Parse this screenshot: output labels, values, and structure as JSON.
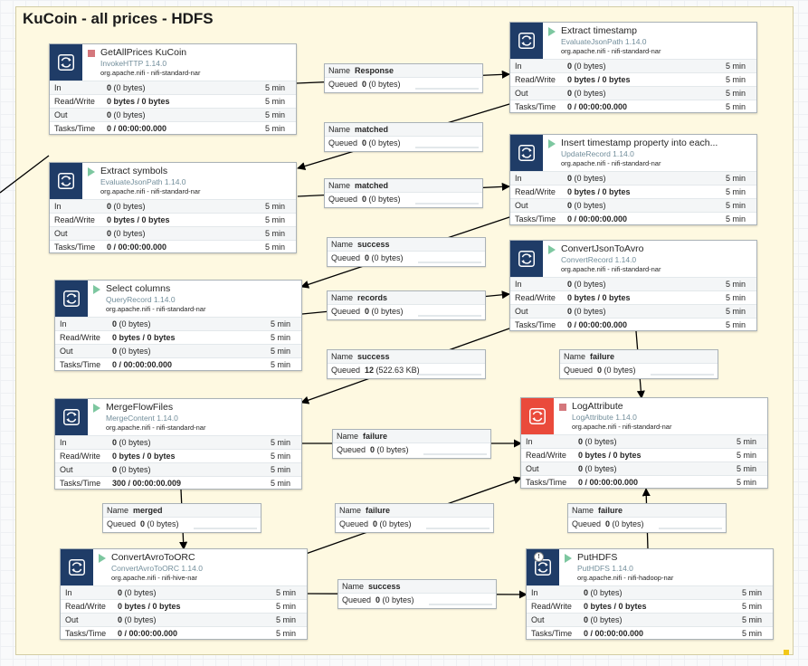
{
  "group": {
    "title": "KuCoin - all prices - HDFS"
  },
  "row_labels": {
    "in": "In",
    "rw": "Read/Write",
    "out": "Out",
    "tasks": "Tasks/Time"
  },
  "conn_labels": {
    "name": "Name",
    "queued": "Queued"
  },
  "processors": [
    {
      "id": "getallprices",
      "name": "GetAllPrices KuCoin",
      "type": "InvokeHTTP 1.14.0",
      "bundle": "org.apache.nifi - nifi-standard-nar",
      "state": "stopped",
      "in": [
        "0",
        " (0 bytes)"
      ],
      "rw": "0 bytes / 0 bytes",
      "out": [
        "0",
        " (0 bytes)"
      ],
      "tasks": "0 / 00:00:00.000",
      "window": "5 min"
    },
    {
      "id": "extract-timestamp",
      "name": "Extract timestamp",
      "type": "EvaluateJsonPath 1.14.0",
      "bundle": "org.apache.nifi - nifi-standard-nar",
      "state": "running",
      "in": [
        "0",
        " (0 bytes)"
      ],
      "rw": "0 bytes / 0 bytes",
      "out": [
        "0",
        " (0 bytes)"
      ],
      "tasks": "0 / 00:00:00.000",
      "window": "5 min"
    },
    {
      "id": "extract-symbols",
      "name": "Extract symbols",
      "type": "EvaluateJsonPath 1.14.0",
      "bundle": "org.apache.nifi - nifi-standard-nar",
      "state": "running",
      "in": [
        "0",
        " (0 bytes)"
      ],
      "rw": "0 bytes / 0 bytes",
      "out": [
        "0",
        " (0 bytes)"
      ],
      "tasks": "0 / 00:00:00.000",
      "window": "5 min"
    },
    {
      "id": "insert-timestamp",
      "name": "Insert timestamp property into each...",
      "type": "UpdateRecord 1.14.0",
      "bundle": "org.apache.nifi - nifi-standard-nar",
      "state": "running",
      "in": [
        "0",
        " (0 bytes)"
      ],
      "rw": "0 bytes / 0 bytes",
      "out": [
        "0",
        " (0 bytes)"
      ],
      "tasks": "0 / 00:00:00.000",
      "window": "5 min"
    },
    {
      "id": "convert-json-avro",
      "name": "ConvertJsonToAvro",
      "type": "ConvertRecord 1.14.0",
      "bundle": "org.apache.nifi - nifi-standard-nar",
      "state": "running",
      "in": [
        "0",
        " (0 bytes)"
      ],
      "rw": "0 bytes / 0 bytes",
      "out": [
        "0",
        " (0 bytes)"
      ],
      "tasks": "0 / 00:00:00.000",
      "window": "5 min"
    },
    {
      "id": "select-columns",
      "name": "Select columns",
      "type": "QueryRecord 1.14.0",
      "bundle": "org.apache.nifi - nifi-standard-nar",
      "state": "running",
      "in": [
        "0",
        " (0 bytes)"
      ],
      "rw": "0 bytes / 0 bytes",
      "out": [
        "0",
        " (0 bytes)"
      ],
      "tasks": "0 / 00:00:00.000",
      "window": "5 min"
    },
    {
      "id": "merge-flowfiles",
      "name": "MergeFlowFiles",
      "type": "MergeContent 1.14.0",
      "bundle": "org.apache.nifi - nifi-standard-nar",
      "state": "running",
      "in": [
        "0",
        " (0 bytes)"
      ],
      "rw": "0 bytes / 0 bytes",
      "out": [
        "0",
        " (0 bytes)"
      ],
      "tasks": "300 / 00:00:00.009",
      "window": "5 min"
    },
    {
      "id": "log-attribute",
      "name": "LogAttribute",
      "type": "LogAttribute 1.14.0",
      "bundle": "org.apache.nifi - nifi-standard-nar",
      "state": "stopped",
      "in": [
        "0",
        " (0 bytes)"
      ],
      "rw": "0 bytes / 0 bytes",
      "out": [
        "0",
        " (0 bytes)"
      ],
      "tasks": "0 / 00:00:00.000",
      "window": "5 min"
    },
    {
      "id": "convert-avro-orc",
      "name": "ConvertAvroToORC",
      "type": "ConvertAvroToORC 1.14.0",
      "bundle": "org.apache.nifi - nifi-hive-nar",
      "state": "running",
      "in": [
        "0",
        " (0 bytes)"
      ],
      "rw": "0 bytes / 0 bytes",
      "out": [
        "0",
        " (0 bytes)"
      ],
      "tasks": "0 / 00:00:00.000",
      "window": "5 min"
    },
    {
      "id": "puthdfs",
      "name": "PutHDFS",
      "type": "PutHDFS 1.14.0",
      "bundle": "org.apache.nifi - nifi-hadoop-nar",
      "state": "running",
      "bulletin": "!",
      "in": [
        "0",
        " (0 bytes)"
      ],
      "rw": "0 bytes / 0 bytes",
      "out": [
        "0",
        " (0 bytes)"
      ],
      "tasks": "0 / 00:00:00.000",
      "window": "5 min"
    }
  ],
  "connections": [
    {
      "id": "c-response",
      "name": "Response",
      "count": "0",
      "size": " (0 bytes)"
    },
    {
      "id": "c-matched-1",
      "name": "matched",
      "count": "0",
      "size": " (0 bytes)"
    },
    {
      "id": "c-matched-2",
      "name": "matched",
      "count": "0",
      "size": " (0 bytes)"
    },
    {
      "id": "c-success-1",
      "name": "success",
      "count": "0",
      "size": " (0 bytes)"
    },
    {
      "id": "c-records",
      "name": "records",
      "count": "0",
      "size": " (0 bytes)"
    },
    {
      "id": "c-success-2",
      "name": "success",
      "count": "12",
      "size": " (522.63 KB)"
    },
    {
      "id": "c-failure-1",
      "name": "failure",
      "count": "0",
      "size": " (0 bytes)"
    },
    {
      "id": "c-failure-2",
      "name": "failure",
      "count": "0",
      "size": " (0 bytes)"
    },
    {
      "id": "c-merged",
      "name": "merged",
      "count": "0",
      "size": " (0 bytes)"
    },
    {
      "id": "c-failure-3",
      "name": "failure",
      "count": "0",
      "size": " (0 bytes)"
    },
    {
      "id": "c-failure-4",
      "name": "failure",
      "count": "0",
      "size": " (0 bytes)"
    },
    {
      "id": "c-success-3",
      "name": "success",
      "count": "0",
      "size": " (0 bytes)"
    }
  ],
  "colors": {
    "icon_bg": "#1f3c67",
    "icon_bg_error": "#ea4a3b",
    "running": "#7dc7a0",
    "stopped": "#d4777c",
    "group_bg": "#fef9e1"
  }
}
